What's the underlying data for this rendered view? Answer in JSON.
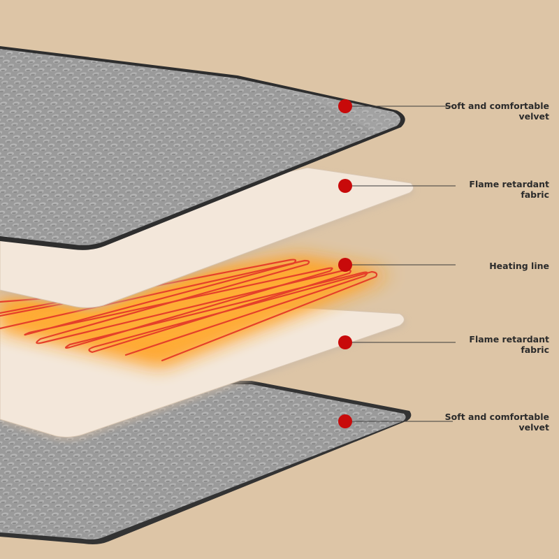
{
  "colors": {
    "background": "#ddc5a6",
    "velvet": "#9c9c9c",
    "velvet_edge": "#3a3a3a",
    "fabric": "#f3e7da",
    "heating": "#ff8a00",
    "marker": "#c80a0a"
  },
  "layers": [
    {
      "line1": "Soft and comfortable",
      "line2": "velvet"
    },
    {
      "line1": "Flame retardant",
      "line2": "fabric"
    },
    {
      "line1": "Heating line",
      "line2": ""
    },
    {
      "line1": "Flame retardant",
      "line2": "fabric"
    },
    {
      "line1": "Soft and comfortable",
      "line2": "velvet"
    }
  ]
}
